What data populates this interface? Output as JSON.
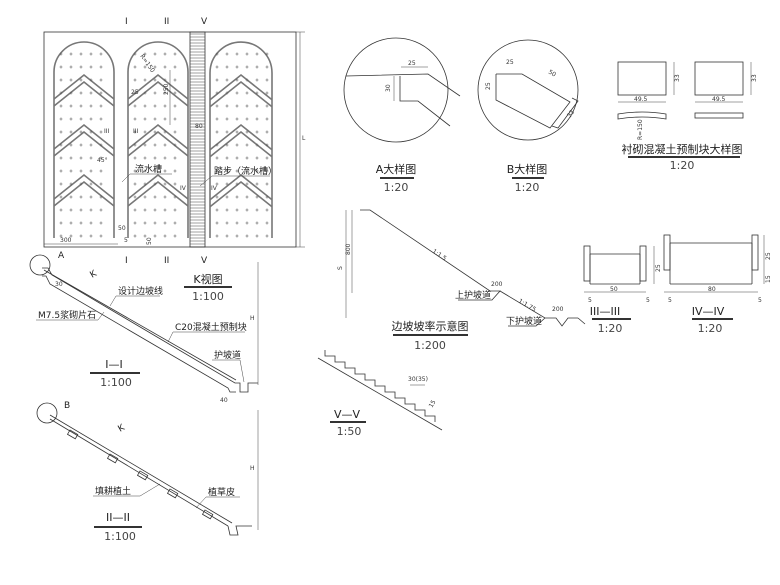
{
  "plan": {
    "section_marks": [
      "I",
      "II",
      "V"
    ],
    "labels": {
      "channel": "流水槽",
      "steps": "踏步（流水槽）",
      "angle": "45°",
      "radius": "R=150"
    },
    "dims": {
      "width_300": "300",
      "gap_50": "50",
      "stair_80": "80",
      "dim_250": "250",
      "dim_25": "25",
      "dim_50": "50",
      "dim_5": "5"
    },
    "cut_marks": [
      "III",
      "III",
      "IV",
      "IV"
    ],
    "side_dim": "L"
  },
  "section_1": {
    "detail_marker": "A",
    "view_arrow": "K",
    "labels": {
      "design_line": "设计边坡线",
      "masonry": "M7.5浆砌片石",
      "precast": "C20混凝土预制块",
      "berm": "护坡道"
    },
    "dim_height": "H",
    "dim_30": "30",
    "dim_40": "40",
    "title": "I—I",
    "scale": "1:100"
  },
  "k_view": {
    "title": "K视图",
    "scale": "1:100"
  },
  "section_2": {
    "detail_marker": "B",
    "view_arrow": "K",
    "labels": {
      "soil": "填耕植土",
      "turf": "植草皮"
    },
    "dim_height": "H",
    "title": "II—II",
    "scale": "1:100"
  },
  "detail_a": {
    "title": "A大样图",
    "scale": "1:20",
    "dims": [
      "25",
      "30"
    ]
  },
  "detail_b": {
    "title": "B大样图",
    "scale": "1:20",
    "dims": [
      "25",
      "25",
      "50",
      "33"
    ]
  },
  "precast_block": {
    "title": "衬砌混凝土预制块大样图",
    "scale": "1:20",
    "dims": [
      "33",
      "49.5",
      "33",
      "49.5"
    ]
  },
  "slope_ratio": {
    "title": "边坡坡率示意图",
    "scale": "1:200",
    "ratios": [
      "1:1.5",
      "1:1.75"
    ],
    "upper_berm": "上护坡道",
    "lower_berm": "下护坡道",
    "dims": [
      "800",
      "200",
      "200",
      "S"
    ]
  },
  "section_3": {
    "title": "III—III",
    "scale": "1:20",
    "dims": [
      "50",
      "25",
      "5"
    ]
  },
  "section_4": {
    "title": "IV—IV",
    "scale": "1:20",
    "dims": [
      "80",
      "25",
      "15",
      "5"
    ]
  },
  "section_5": {
    "title": "V—V",
    "scale": "1:50",
    "dims": [
      "30(35)",
      "15"
    ]
  }
}
